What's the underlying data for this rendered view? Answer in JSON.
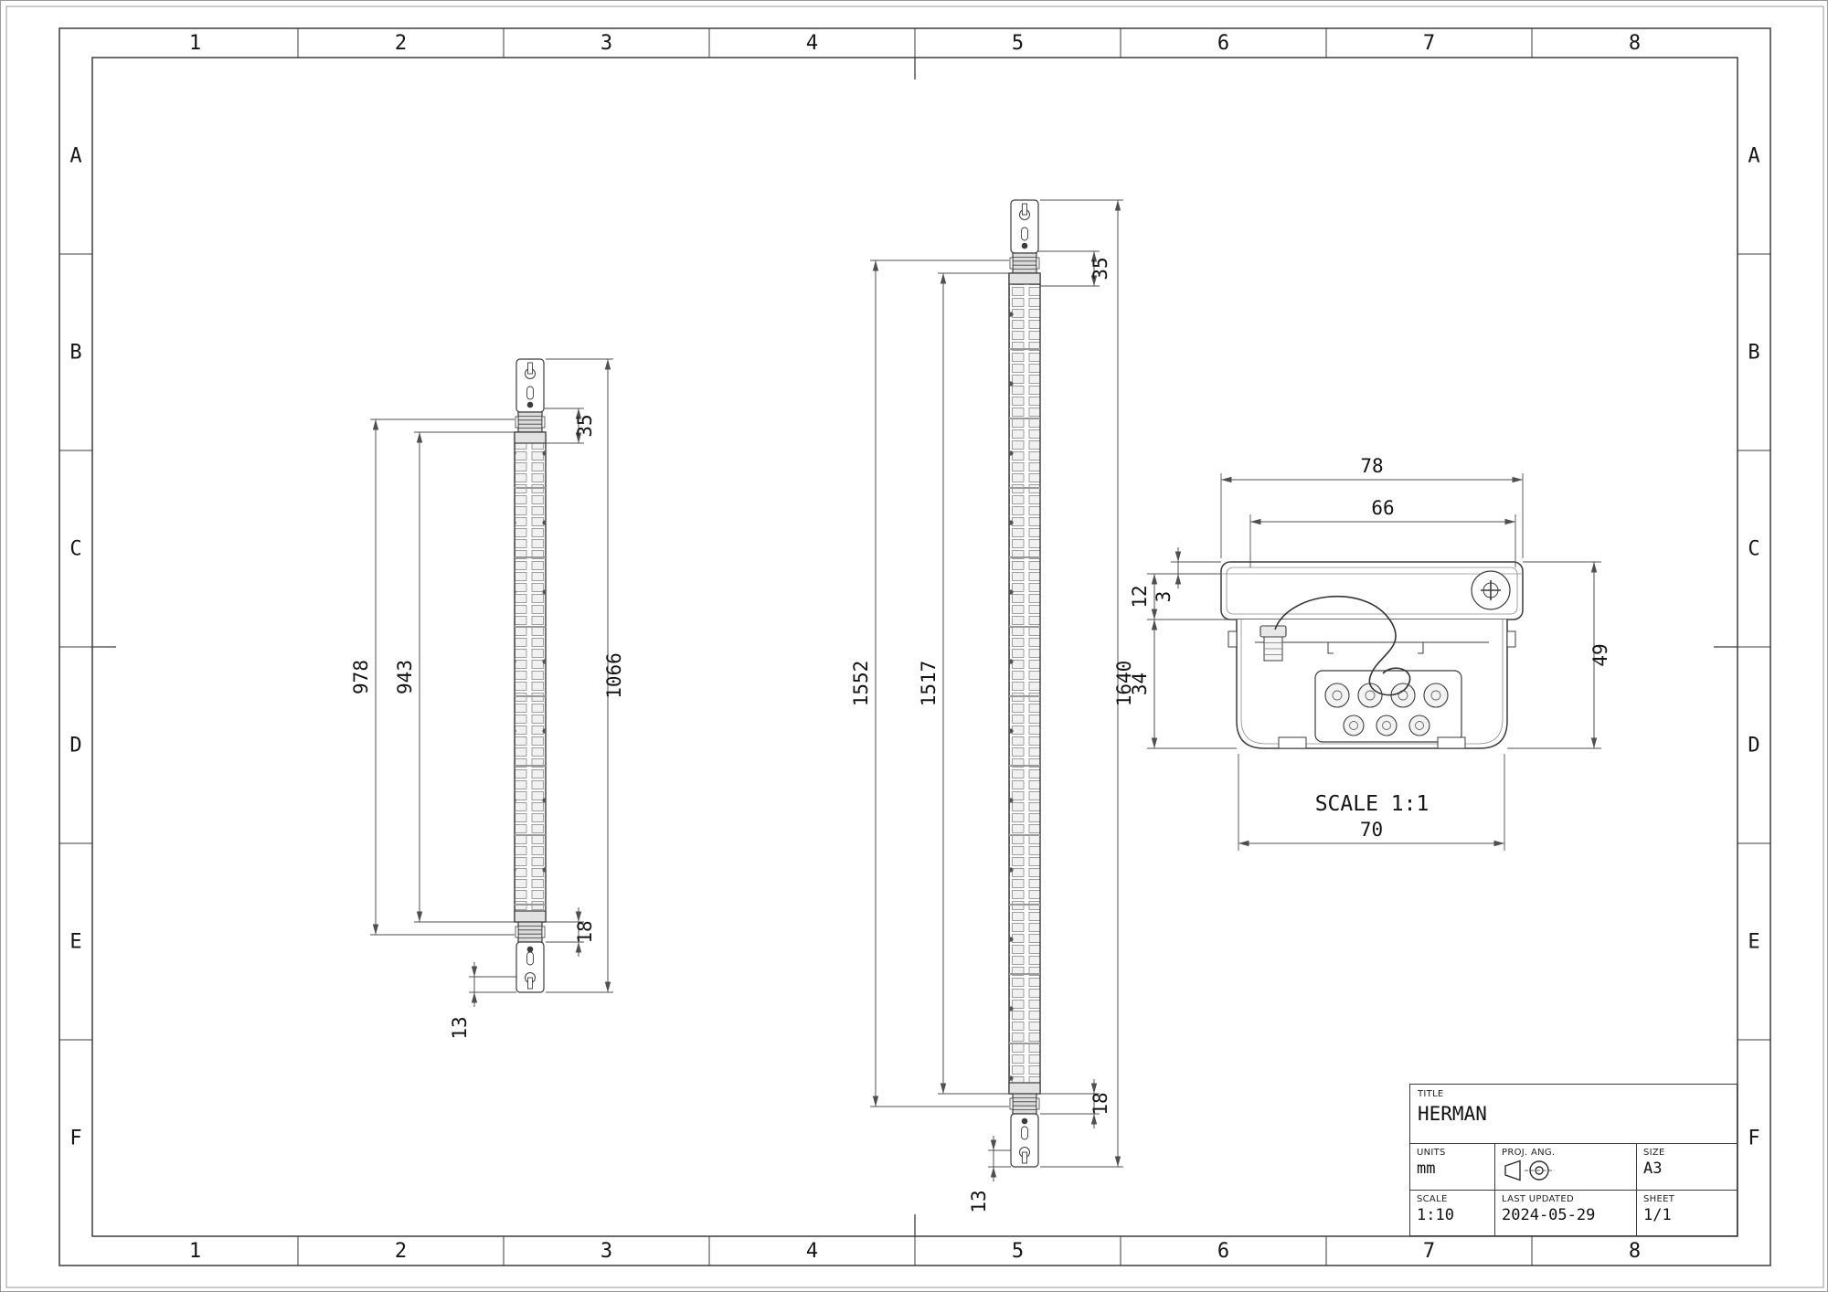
{
  "frame": {
    "columns": [
      "1",
      "2",
      "3",
      "4",
      "5",
      "6",
      "7",
      "8"
    ],
    "rows": [
      "A",
      "B",
      "C",
      "D",
      "E",
      "F"
    ]
  },
  "views": {
    "left_fixture": {
      "dim_978": "978",
      "dim_943": "943",
      "dim_35": "35",
      "dim_1066": "1066",
      "dim_18": "18",
      "dim_13": "13"
    },
    "middle_fixture": {
      "dim_1552": "1552",
      "dim_1517": "1517",
      "dim_35": "35",
      "dim_1640": "1640",
      "dim_18": "18",
      "dim_13": "13"
    },
    "cross_section": {
      "dim_78": "78",
      "dim_66": "66",
      "dim_3": "3",
      "dim_12": "12",
      "dim_34": "34",
      "dim_49": "49",
      "dim_70": "70",
      "scale_label": "SCALE 1:1"
    }
  },
  "title_block": {
    "title_label": "TITLE",
    "title": "HERMAN",
    "units_label": "UNITS",
    "units": "mm",
    "proj_label": "PROJ. ANG.",
    "size_label": "SIZE",
    "size": "A3",
    "scale_label": "SCALE",
    "scale": "1:10",
    "updated_label": "LAST UPDATED",
    "updated": "2024-05-29",
    "sheet_label": "SHEET",
    "sheet": "1/1"
  },
  "colors": {
    "line": "#3c3c3c",
    "dim": "#4f4f4f",
    "text": "#141414"
  }
}
